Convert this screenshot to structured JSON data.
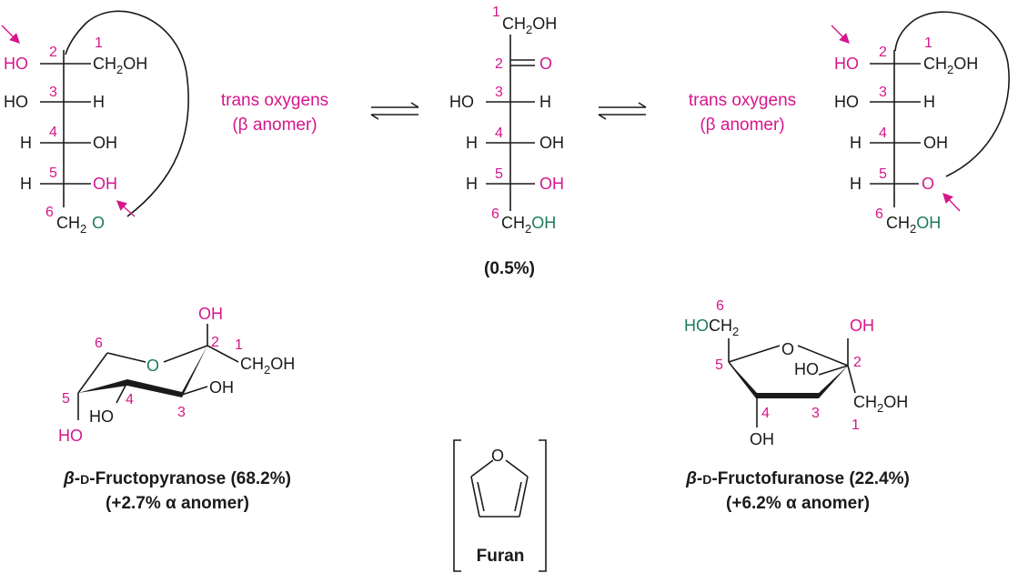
{
  "colors": {
    "ink": "#1a1a1a",
    "magenta": "#d6168b",
    "green": "#1d7a5a"
  },
  "annotations": {
    "left": [
      "trans oxygens",
      "(β anomer)"
    ],
    "right": [
      "trans oxygens",
      "(β anomer)"
    ]
  },
  "open_chain_percent": "(0.5%)",
  "labels": {
    "HO": "HO",
    "H": "H",
    "OH": "OH",
    "O": "O",
    "CH2": "CH",
    "CH2OH": "CH",
    "sub2": "2",
    "OHsuffix": "OH"
  },
  "numbers": {
    "n1": "1",
    "n2": "2",
    "n3": "3",
    "n4": "4",
    "n5": "5",
    "n6": "6"
  },
  "pyranose": {
    "name_prefix": "β-",
    "name_d": "D",
    "name_rest": "-Fructopyranose (68.2%)",
    "alpha": "(+2.7% α anomer)"
  },
  "furanose": {
    "name_prefix": "β-",
    "name_d": "D",
    "name_rest": "-Fructofuranose (22.4%)",
    "alpha": "(+6.2% α anomer)"
  },
  "furan_label": "Furan"
}
